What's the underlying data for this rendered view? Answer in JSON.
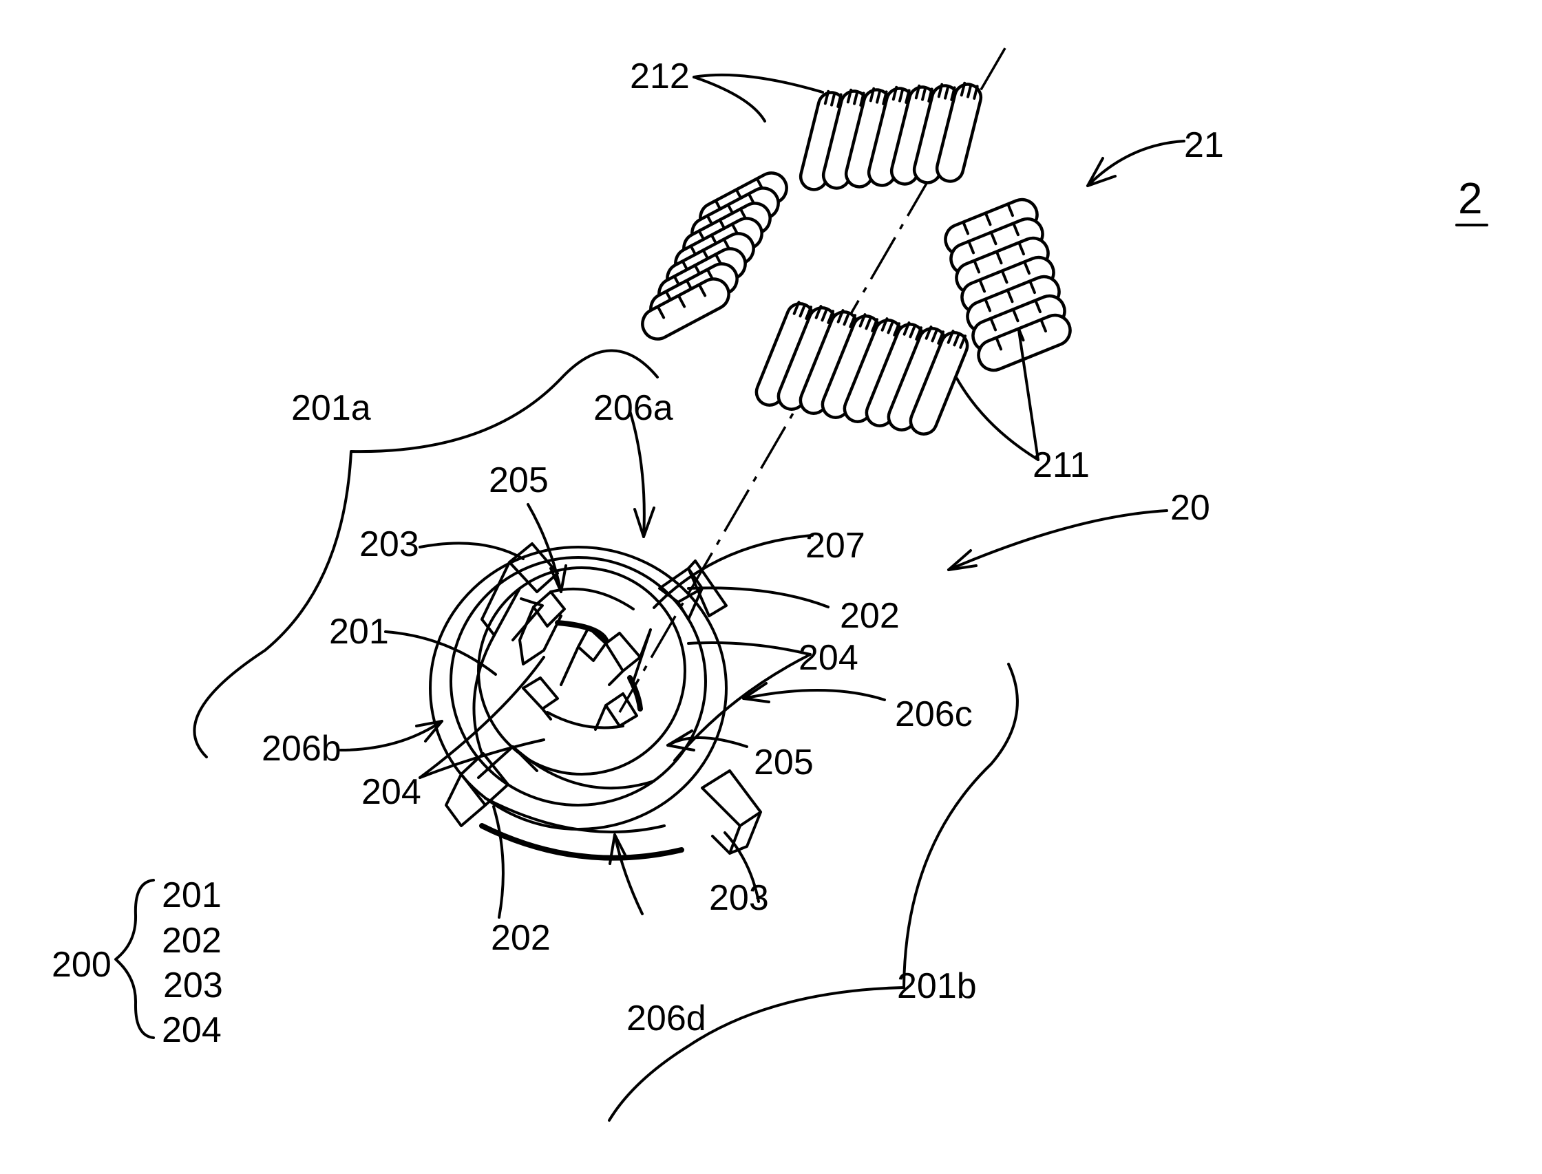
{
  "figure": {
    "number": "2",
    "colors": {
      "line": "#000000",
      "background": "#ffffff"
    }
  },
  "labels": {
    "l212": "212",
    "l21": "21",
    "l211": "211",
    "l20": "20",
    "l201a": "201a",
    "l206a": "206a",
    "l205_top": "205",
    "l203_top": "203",
    "l207": "207",
    "l202_right": "202",
    "l201": "201",
    "l204_right": "204",
    "l206c": "206c",
    "l206b": "206b",
    "l204_left": "204",
    "l205_right": "205",
    "l203_bottom": "203",
    "l202_bottom": "202",
    "l206d": "206d",
    "l201b": "201b"
  },
  "group": {
    "parent": "200",
    "children": [
      "201",
      "202",
      "203",
      "204"
    ]
  }
}
